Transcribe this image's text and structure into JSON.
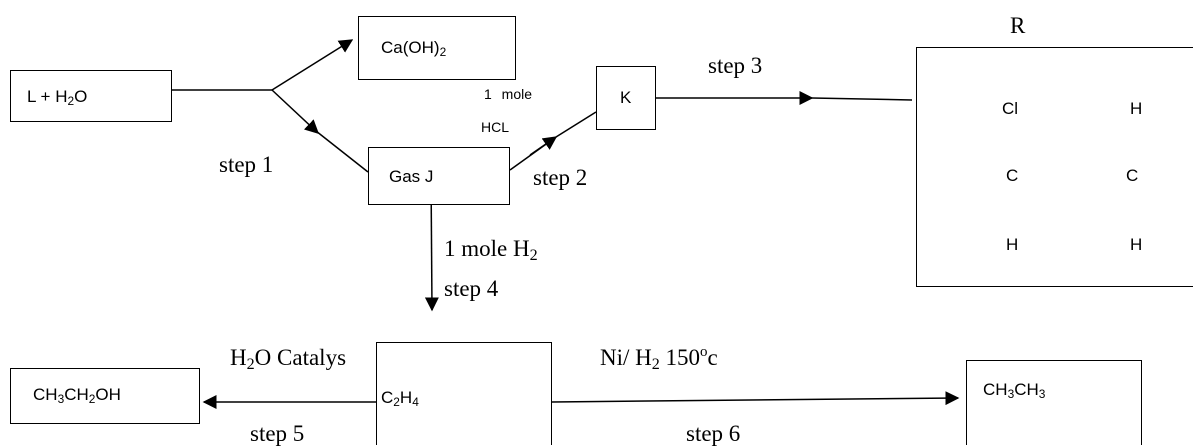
{
  "boxes": {
    "reactant": {
      "main": "L + H",
      "sub": "2",
      "tail": "O"
    },
    "calcium_hydroxide": {
      "main": "Ca(OH)",
      "sub": "2"
    },
    "gas_j": "Gas J",
    "k": "K",
    "ethanol": {
      "a": "CH",
      "s1": "3",
      "b": "CH",
      "s2": "2",
      "c": "OH"
    },
    "ethene": {
      "a": "C",
      "s1": "2",
      "b": "H",
      "s2": "4"
    },
    "ethane": {
      "a": "CH",
      "s1": "3",
      "b": "CH",
      "s2": "3"
    }
  },
  "steps": {
    "step1": "step 1",
    "step2": "step 2",
    "step3": "step 3",
    "step4": "step 4",
    "step5": "step 5",
    "step6": "step 6"
  },
  "conditions": {
    "hcl_line1": "1 mole",
    "hcl_line2": "HCL",
    "h2_main": "1 mole H",
    "h2_sub": "2",
    "catalyst_main": "H",
    "catalyst_sub": "2",
    "catalyst_tail": "O Catalys",
    "ni_main": "Ni/ H",
    "ni_sub": "2",
    "ni_tail": " 150",
    "ni_sup": "o",
    "ni_end": "c"
  },
  "polymer": {
    "label": "R",
    "atom_cl": "Cl",
    "atom_h_top": "H",
    "atom_c_left": "C",
    "atom_c_right": "C",
    "atom_h_bottom_left": "H",
    "atom_h_bottom_right": "H"
  }
}
